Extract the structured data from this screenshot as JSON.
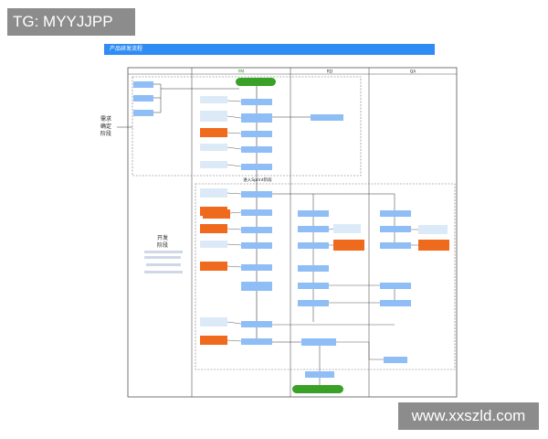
{
  "watermarks": {
    "top": "TG: MYYJJPP",
    "bottom": "www.xxszld.com"
  },
  "title": "产品研发流程",
  "lanes": {
    "pm": "PM",
    "rd": "RD",
    "qa": "QA"
  },
  "stages": {
    "requirements_line1": "需求",
    "requirements_line2": "确定",
    "requirements_line3": "阶段",
    "development_line1": "开发",
    "development_line2": "阶段"
  },
  "sprint_label": "进入Sprint阶段",
  "colors": {
    "blue_node": "#8fbdf5",
    "orange_note": "#f06a1e",
    "green_terminal": "#3aa127",
    "title_bar": "#2f8cf4"
  }
}
